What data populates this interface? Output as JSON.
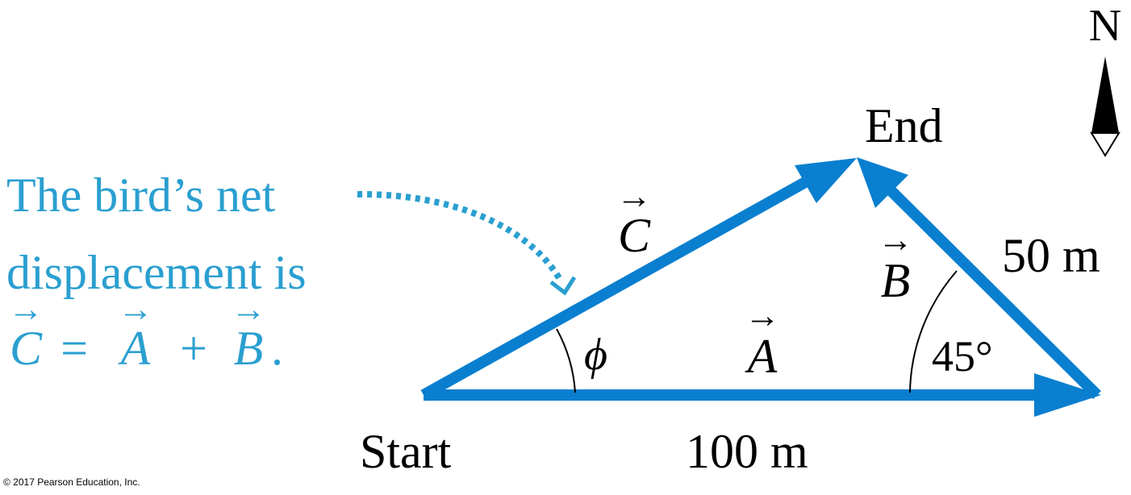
{
  "colors": {
    "vector": "#0a7fcf",
    "caption": "#2a9fd0",
    "text": "#000000"
  },
  "labels": {
    "north": "N",
    "end": "End",
    "start": "Start",
    "phi": "ϕ",
    "angle_b": "45°",
    "len_a": "100 m",
    "len_b": "50 m"
  },
  "vectors": {
    "a": "A",
    "b": "B",
    "c": "C",
    "arrow": "→"
  },
  "caption": {
    "line1": "The bird’s net",
    "line2": "displacement is",
    "eq_c": "C",
    "eq_eq": "=",
    "eq_a": "A",
    "eq_plus": "+",
    "eq_b": "B",
    "eq_dot": "."
  },
  "copyright": "© 2017 Pearson Education, Inc."
}
